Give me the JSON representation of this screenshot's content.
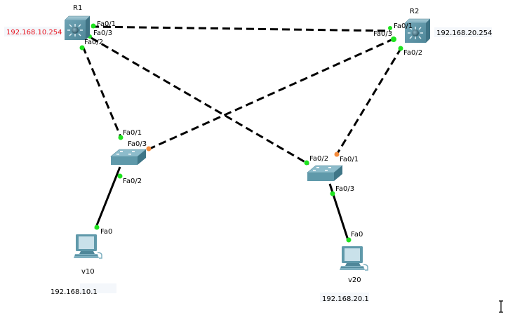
{
  "colors": {
    "link": "#000000",
    "port_up": "#1ee31e",
    "port_blocking": "#f58c3c",
    "ip_red": "#e8141e",
    "ip_black": "#000000",
    "device": "#5b95a6"
  },
  "devices": {
    "r1": {
      "name": "R1",
      "ip": "192.168.10.254",
      "type": "multilayer-switch"
    },
    "r2": {
      "name": "R2",
      "ip": "192.168.20.254",
      "type": "multilayer-switch"
    },
    "s1": {
      "name": "",
      "type": "switch"
    },
    "s2": {
      "name": "",
      "type": "switch"
    },
    "pc1": {
      "name": "v10",
      "ip": "192.168.10.1",
      "type": "pc"
    },
    "pc2": {
      "name": "v20",
      "ip": "192.168.20.1",
      "type": "pc"
    }
  },
  "ports": {
    "r1_fa01": "Fa0/1",
    "r1_fa03": "Fa0/3",
    "r1_fa02": "Fa0/2",
    "r2_fa01": "Fa0/1",
    "r2_fa03": "Fa0/3",
    "r2_fa02": "Fa0/2",
    "s1_fa01": "Fa0/1",
    "s1_fa03": "Fa0/3",
    "s1_fa02": "Fa0/2",
    "s2_fa02": "Fa0/2",
    "s2_fa01": "Fa0/1",
    "s2_fa03": "Fa0/3",
    "pc1_fa0": "Fa0",
    "pc2_fa0": "Fa0"
  },
  "links": [
    {
      "from": "R1 Fa0/1",
      "to": "R2 Fa0/1",
      "style": "dashed"
    },
    {
      "from": "R1 Fa0/2",
      "to": "S1 Fa0/1",
      "style": "dashed"
    },
    {
      "from": "R1 Fa0/3",
      "to": "S2 Fa0/2",
      "style": "dashed"
    },
    {
      "from": "R2 Fa0/3",
      "to": "S1 Fa0/3",
      "style": "dashed"
    },
    {
      "from": "R2 Fa0/2",
      "to": "S2 Fa0/1",
      "style": "dashed"
    },
    {
      "from": "S1 Fa0/2",
      "to": "v10 Fa0",
      "style": "solid"
    },
    {
      "from": "S2 Fa0/3",
      "to": "v20 Fa0",
      "style": "solid"
    }
  ]
}
